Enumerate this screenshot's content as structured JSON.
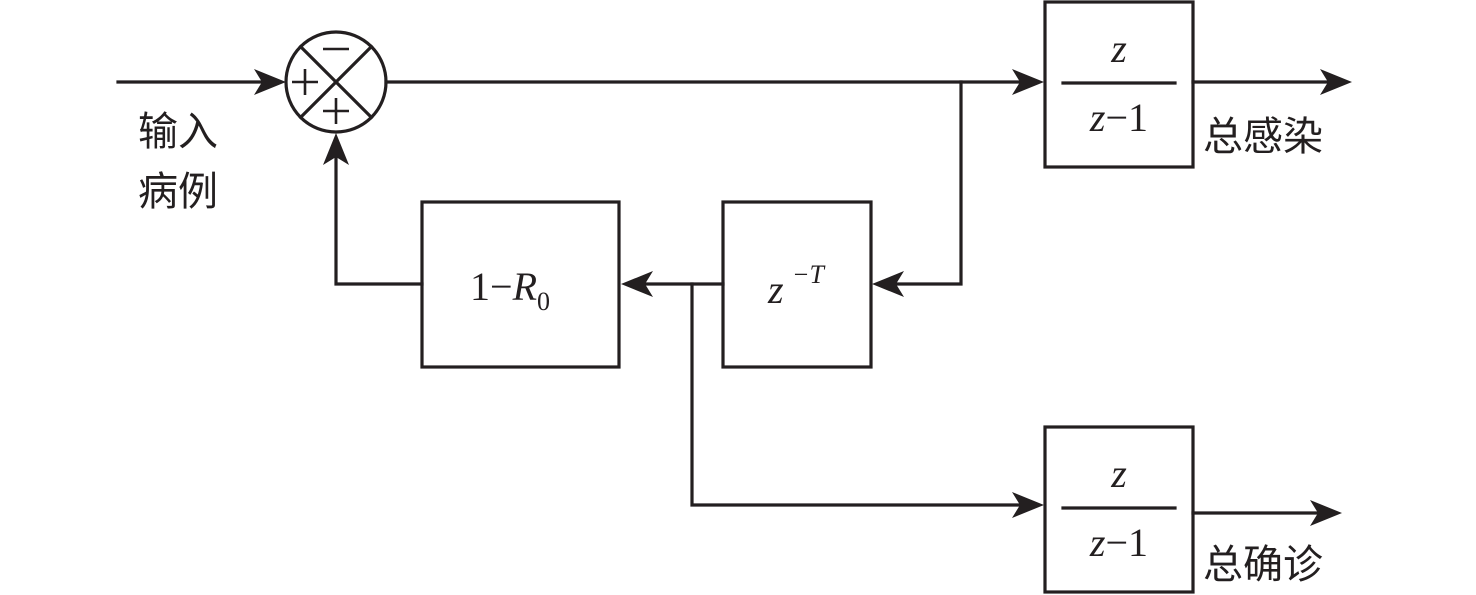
{
  "diagram": {
    "type": "block-diagram",
    "nodes": {
      "summing_junction": {
        "signs": {
          "top": "−",
          "left": "+",
          "bottom": "+"
        }
      },
      "accumulator_infected": {
        "numerator": "z",
        "denominator": "z−1"
      },
      "delay": {
        "base": "z",
        "exponent": "−T"
      },
      "gain": {
        "prefix": "1−",
        "symbol": "R",
        "subscript": "0"
      },
      "accumulator_confirmed": {
        "numerator": "z",
        "denominator": "z−1"
      }
    },
    "labels": {
      "input_line1": "输入",
      "input_line2": "病例",
      "output_infected": "总感染",
      "output_confirmed": "总确诊"
    },
    "edges": [
      {
        "from": "input",
        "to": "summing_junction",
        "port": "left (+)"
      },
      {
        "from": "summing_junction",
        "to": "accumulator_infected"
      },
      {
        "from": "summing_junction-output",
        "to": "delay"
      },
      {
        "from": "delay",
        "to": "gain"
      },
      {
        "from": "delay-output",
        "to": "accumulator_confirmed"
      },
      {
        "from": "gain",
        "to": "summing_junction",
        "port": "bottom (+)"
      },
      {
        "from": "accumulator_infected",
        "to": "output_infected"
      },
      {
        "from": "accumulator_confirmed",
        "to": "output_confirmed"
      }
    ]
  }
}
